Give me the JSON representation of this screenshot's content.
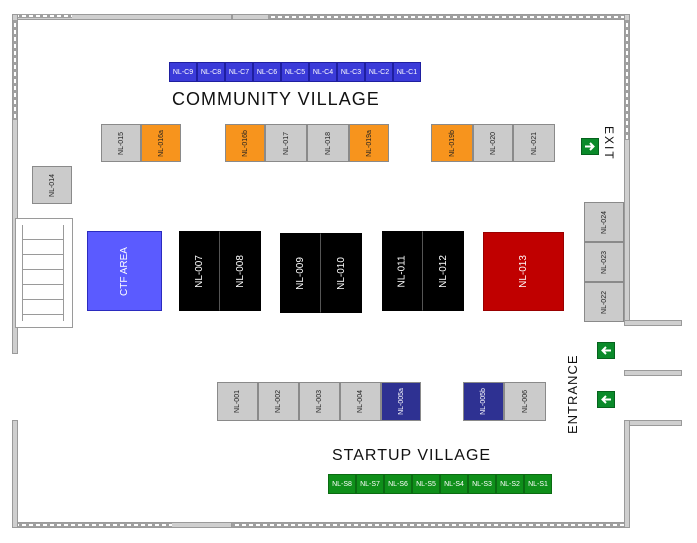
{
  "labels": {
    "community_village": "COMMUNITY VILLAGE",
    "startup_village": "STARTUP VILLAGE",
    "exit": "EXIT",
    "entrance": "ENTRANCE"
  },
  "community_booths": [
    "NL-C9",
    "NL-C8",
    "NL-C7",
    "NL-C6",
    "NL-C5",
    "NL-C4",
    "NL-C3",
    "NL-C2",
    "NL-C1"
  ],
  "startup_booths": [
    "NL-S8",
    "NL-S7",
    "NL-S6",
    "NL-S5",
    "NL-S4",
    "NL-S3",
    "NL-S2",
    "NL-S1"
  ],
  "upper_booths": {
    "nl015": "NL-015",
    "nl016a": "NL-016a",
    "nl016b": "NL-016b",
    "nl017": "NL-017",
    "nl018": "NL-018",
    "nl019a": "NL-019a",
    "nl019b": "NL-019b",
    "nl020": "NL-020",
    "nl021": "NL-021"
  },
  "side_booths": {
    "nl014": "NL-014",
    "nl024": "NL-024",
    "nl023": "NL-023",
    "nl022": "NL-022"
  },
  "main_booths": {
    "ctf": "CTF AREA",
    "nl007": "NL-007",
    "nl008": "NL-008",
    "nl009": "NL-009",
    "nl010": "NL-010",
    "nl011": "NL-011",
    "nl012": "NL-012",
    "nl013": "NL-013"
  },
  "lower_booths": {
    "nl001": "NL-001",
    "nl002": "NL-002",
    "nl003": "NL-003",
    "nl004": "NL-004",
    "nl005a": "NL-005a",
    "nl005b": "NL-005b",
    "nl006": "NL-006"
  },
  "colors": {
    "community": "#3b3bd9",
    "startup": "#0f8f1a",
    "partner": "#f7941d",
    "highlight": "#2e3192",
    "main_stand": "#000000",
    "sponsor": "#c00000",
    "ctf": "#5b5bff",
    "standard": "#cbcbcb"
  },
  "icons": [
    "exit-sign-icon",
    "entrance-sign-icon"
  ]
}
